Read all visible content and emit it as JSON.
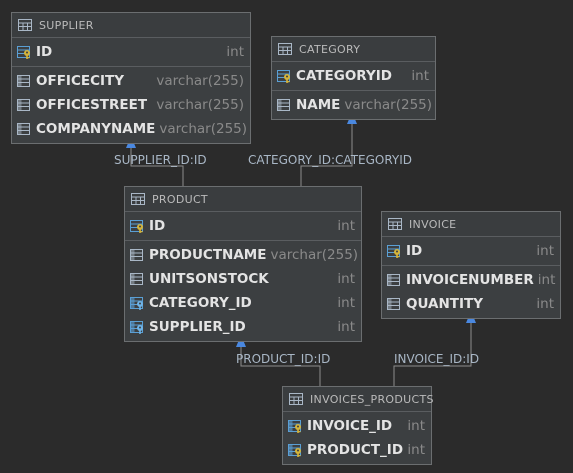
{
  "colors": {
    "background": "#2b2b2b",
    "table_bg": "#3c3f41",
    "connector": "#8c8c8c",
    "arrow": "#4a88e0",
    "column_name": "#e4e4e4",
    "column_type": "#8a8a8a",
    "key_icon": "#d4b43a",
    "fk_icon": "#5a9fd4"
  },
  "tables": {
    "supplier": {
      "name": "SUPPLIER",
      "pk": [
        {
          "name": "ID",
          "type": "int",
          "icon": "primary-key-icon"
        }
      ],
      "columns": [
        {
          "name": "OFFICECITY",
          "type": "varchar(255)",
          "icon": "column-icon"
        },
        {
          "name": "OFFICESTREET",
          "type": "varchar(255)",
          "icon": "column-icon"
        },
        {
          "name": "COMPANYNAME",
          "type": "varchar(255)",
          "icon": "column-icon"
        }
      ]
    },
    "category": {
      "name": "CATEGORY",
      "pk": [
        {
          "name": "CATEGORYID",
          "type": "int",
          "icon": "primary-key-icon"
        }
      ],
      "columns": [
        {
          "name": "NAME",
          "type": "varchar(255)",
          "icon": "column-icon"
        }
      ]
    },
    "product": {
      "name": "PRODUCT",
      "pk": [
        {
          "name": "ID",
          "type": "int",
          "icon": "primary-key-icon"
        }
      ],
      "columns": [
        {
          "name": "PRODUCTNAME",
          "type": "varchar(255)",
          "icon": "column-icon"
        },
        {
          "name": "UNITSONSTOCK",
          "type": "int",
          "icon": "column-icon"
        },
        {
          "name": "CATEGORY_ID",
          "type": "int",
          "icon": "foreign-key-icon"
        },
        {
          "name": "SUPPLIER_ID",
          "type": "int",
          "icon": "foreign-key-icon"
        }
      ]
    },
    "invoice": {
      "name": "INVOICE",
      "pk": [
        {
          "name": "ID",
          "type": "int",
          "icon": "primary-key-icon"
        }
      ],
      "columns": [
        {
          "name": "INVOICENUMBER",
          "type": "int",
          "icon": "column-icon"
        },
        {
          "name": "QUANTITY",
          "type": "int",
          "icon": "column-icon"
        }
      ]
    },
    "invoices_products": {
      "name": "INVOICES_PRODUCTS",
      "pk": [
        {
          "name": "INVOICE_ID",
          "type": "int",
          "icon": "composite-key-icon"
        },
        {
          "name": "PRODUCT_ID",
          "type": "int",
          "icon": "composite-key-icon"
        }
      ],
      "columns": []
    }
  },
  "relations": [
    {
      "label": "SUPPLIER_ID:ID",
      "from": "product",
      "to": "supplier"
    },
    {
      "label": "CATEGORY_ID:CATEGORYID",
      "from": "product",
      "to": "category"
    },
    {
      "label": "PRODUCT_ID:ID",
      "from": "invoices_products",
      "to": "product"
    },
    {
      "label": "INVOICE_ID:ID",
      "from": "invoices_products",
      "to": "invoice"
    }
  ]
}
